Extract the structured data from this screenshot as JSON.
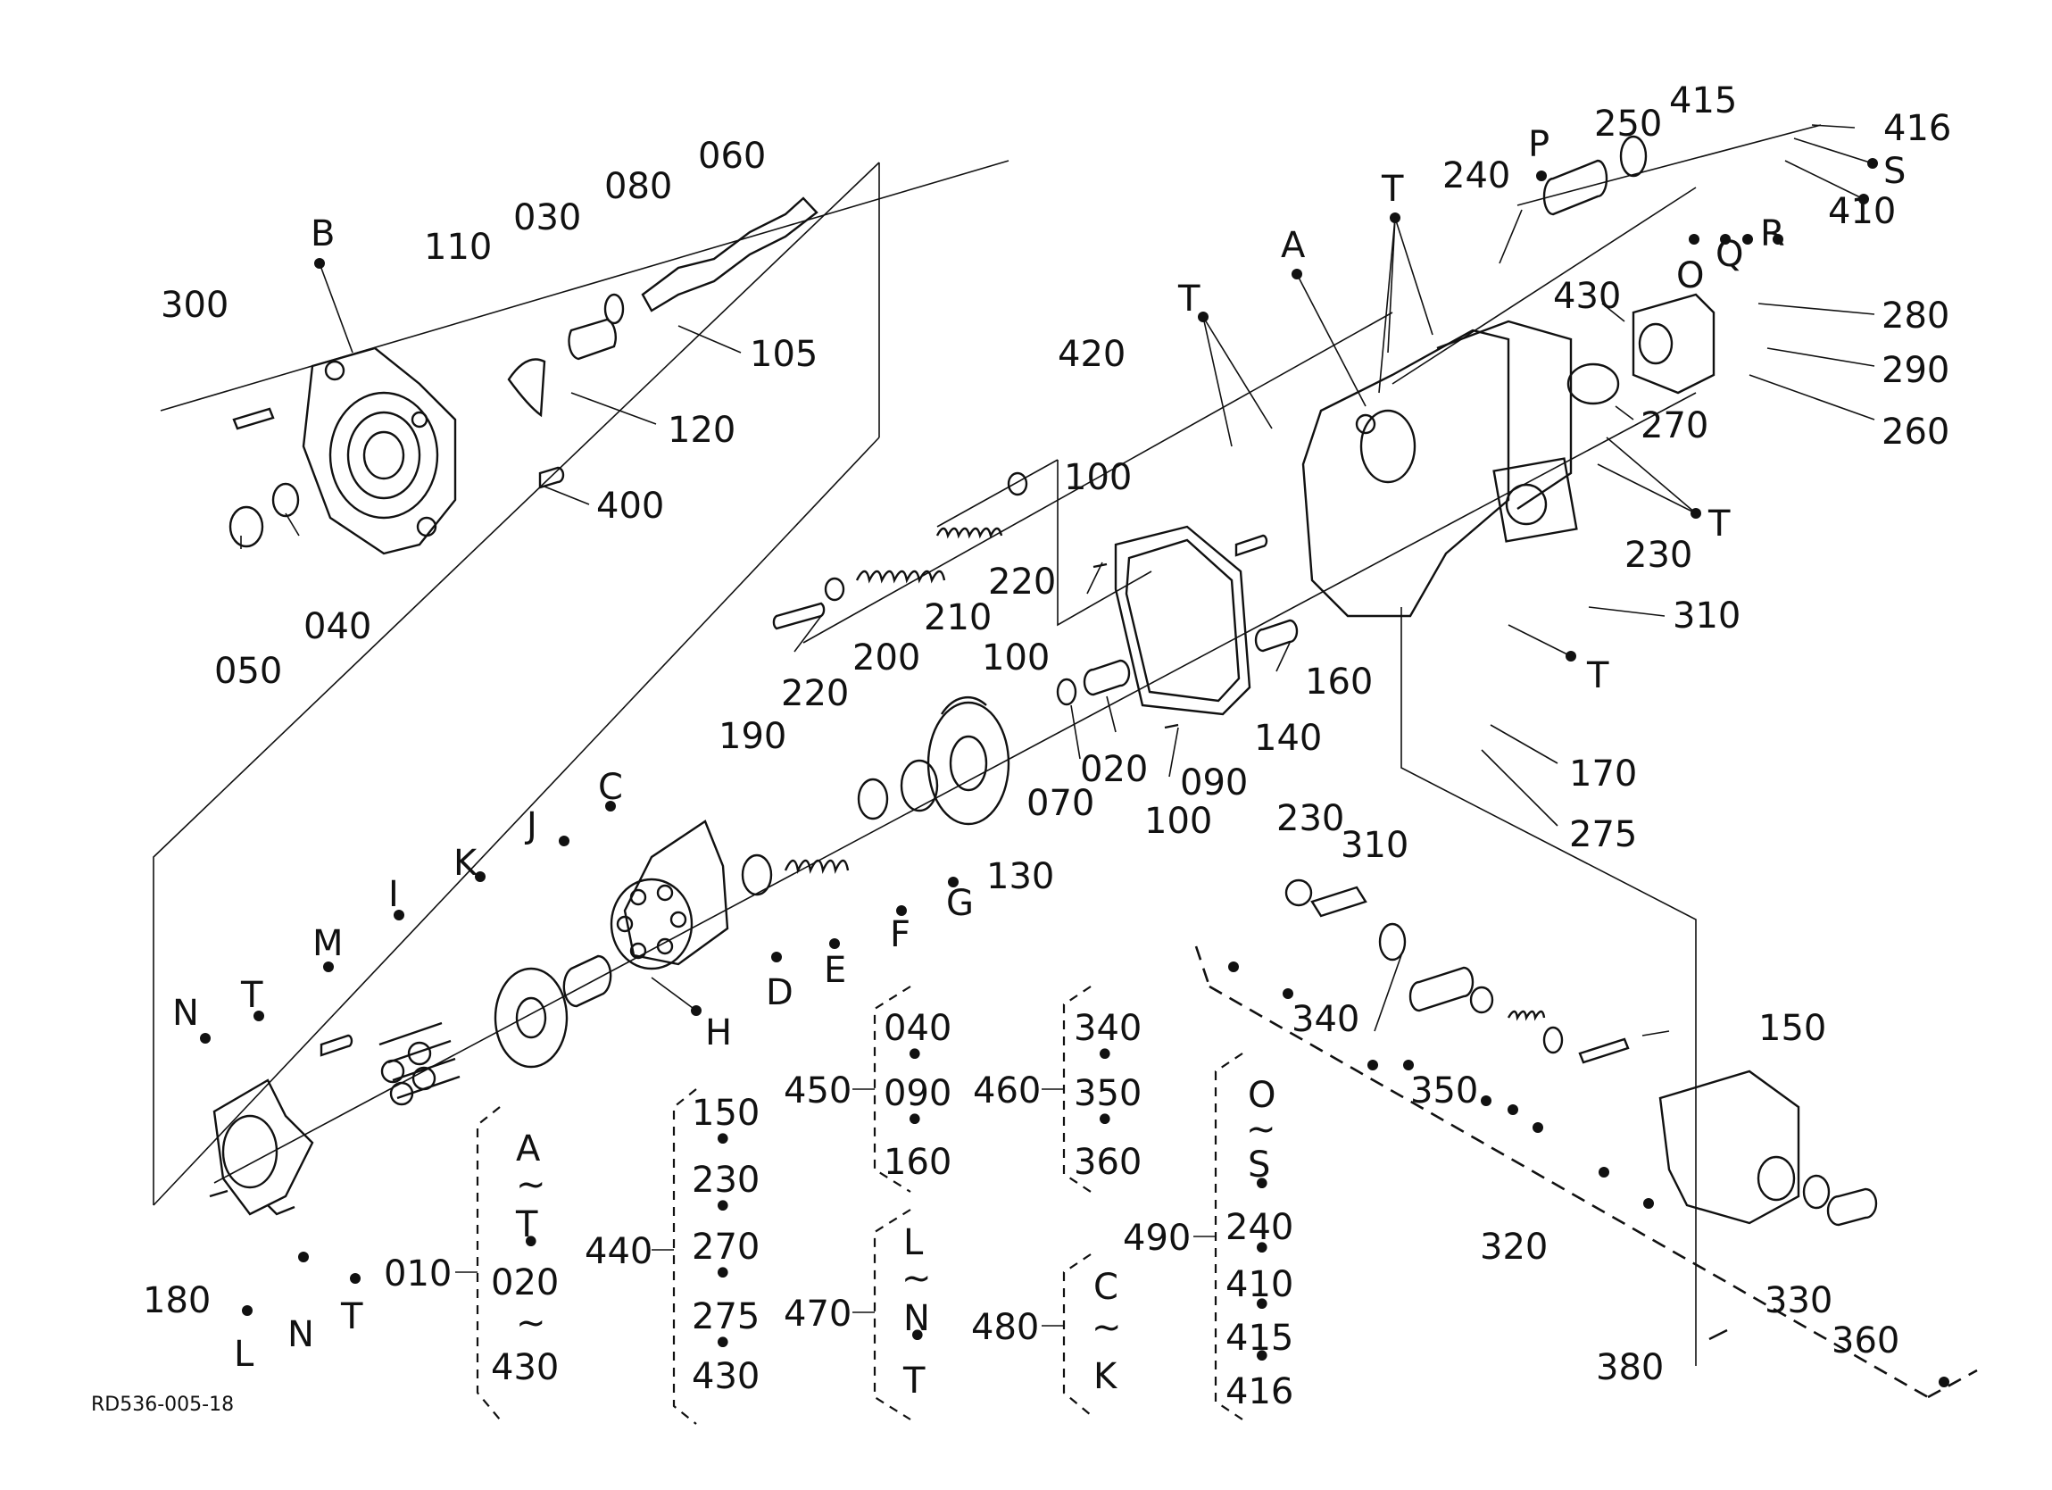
{
  "drawing_code": "RD536-005-18",
  "callouts": {
    "c416": "416",
    "cS": "S",
    "c415": "415",
    "c250": "250",
    "cP": "P",
    "c240": "240",
    "c410": "410",
    "cR": "R",
    "cQ": "Q",
    "cO": "O",
    "cT1": "T",
    "cA": "A",
    "c430": "430",
    "c280": "280",
    "c290": "290",
    "c270": "270",
    "c260": "260",
    "cT2": "T",
    "c420": "420",
    "cT3": "T",
    "c100a": "100",
    "c220a": "220",
    "c230a": "230",
    "c310a": "310",
    "cT4": "T",
    "c160": "160",
    "c140": "140",
    "c090": "090",
    "c100b": "100",
    "c020": "020",
    "c070": "070",
    "c100c": "100",
    "c230b": "230",
    "c310b": "310",
    "c170": "170",
    "c275": "275",
    "c190": "190",
    "c220b": "220",
    "c200": "200",
    "c210": "210",
    "c060": "060",
    "c080": "080",
    "c030": "030",
    "c110": "110",
    "cB": "B",
    "c300": "300",
    "c105": "105",
    "c120": "120",
    "c400": "400",
    "c040": "040",
    "c050": "050",
    "cC": "C",
    "c130": "130",
    "cG": "G",
    "cF": "F",
    "cE": "E",
    "cD": "D",
    "cH": "H",
    "cJ": "J",
    "cK": "K",
    "cI": "I",
    "cM": "M",
    "cT5": "T",
    "cN1": "N",
    "c180": "180",
    "cL": "L",
    "cN2": "N",
    "cT6": "T",
    "c340": "340",
    "c350": "350",
    "c150": "150",
    "c320": "320",
    "c330": "330",
    "c360": "360",
    "c380": "380"
  },
  "kits": [
    {
      "code": "010",
      "items": [
        "A",
        "~",
        "T",
        "•",
        "020",
        "~",
        "430"
      ]
    },
    {
      "code": "440",
      "items": [
        "150",
        "•",
        "230",
        "•",
        "270",
        "•",
        "275",
        "•",
        "430"
      ]
    },
    {
      "code": "450",
      "items": [
        "040",
        "•",
        "090",
        "•",
        "160"
      ]
    },
    {
      "code": "460",
      "items": [
        "340",
        "•",
        "350",
        "•",
        "360"
      ]
    },
    {
      "code": "470",
      "items": [
        "L",
        "~",
        "N",
        "•",
        "T"
      ]
    },
    {
      "code": "480",
      "items": [
        "C",
        "~",
        "K"
      ]
    },
    {
      "code": "490",
      "items": [
        "O",
        "~",
        "S",
        "•",
        "240",
        "•",
        "410",
        "•",
        "415",
        "•",
        "416"
      ]
    }
  ]
}
